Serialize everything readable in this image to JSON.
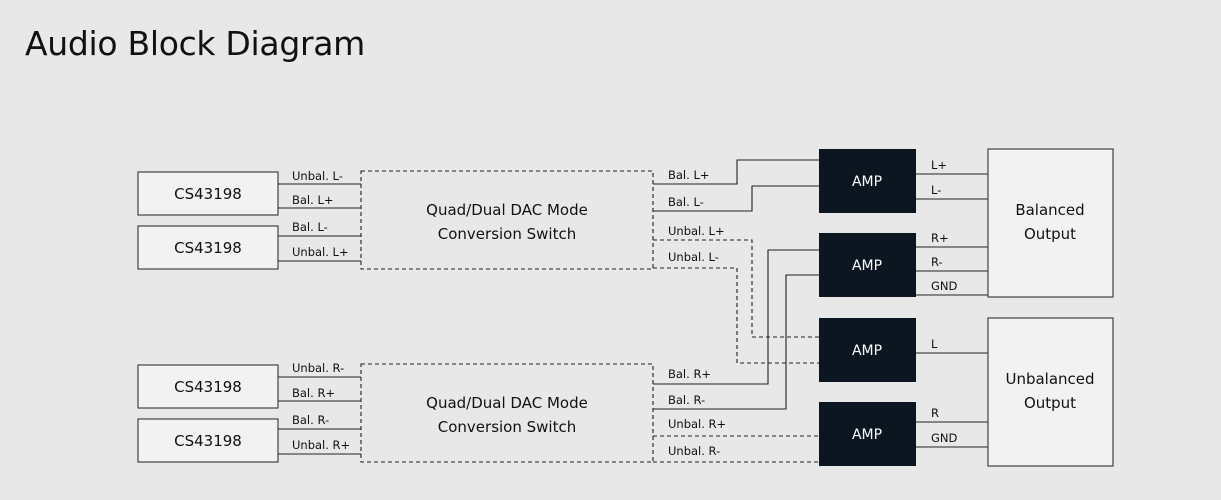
{
  "title": "Audio Block Diagram",
  "dac_label": "CS43198",
  "switch_label_line1": "Quad/Dual DAC Mode",
  "switch_label_line2": "Conversion Switch",
  "amp_label": "AMP",
  "top_group": {
    "dac_outputs": [
      "Unbal. L-",
      "Bal. L+",
      "Bal. L-",
      "Unbal. L+"
    ],
    "switch_outputs": [
      "Bal. L+",
      "Bal. L-",
      "Unbal. L+",
      "Unbal. L-"
    ]
  },
  "bottom_group": {
    "dac_outputs": [
      "Unbal. R-",
      "Bal. R+",
      "Bal. R-",
      "Unbal. R+"
    ],
    "switch_outputs": [
      "Bal. R+",
      "Bal. R-",
      "Unbal. R+",
      "Unbal. R-"
    ]
  },
  "amp_outputs": {
    "amp1": [
      "L+",
      "L-"
    ],
    "amp2": [
      "R+",
      "R-",
      "GND"
    ],
    "amp3": [
      "L"
    ],
    "amp4": [
      "R",
      "GND"
    ]
  },
  "balanced_output": [
    "Balanced",
    "Output"
  ],
  "unbalanced_output": [
    "Unbalanced",
    "Output"
  ],
  "colors": {
    "background": "#e8e8e8",
    "amp_fill": "#0b1620",
    "box_fill": "#f2f2f2",
    "line": "#222222"
  }
}
